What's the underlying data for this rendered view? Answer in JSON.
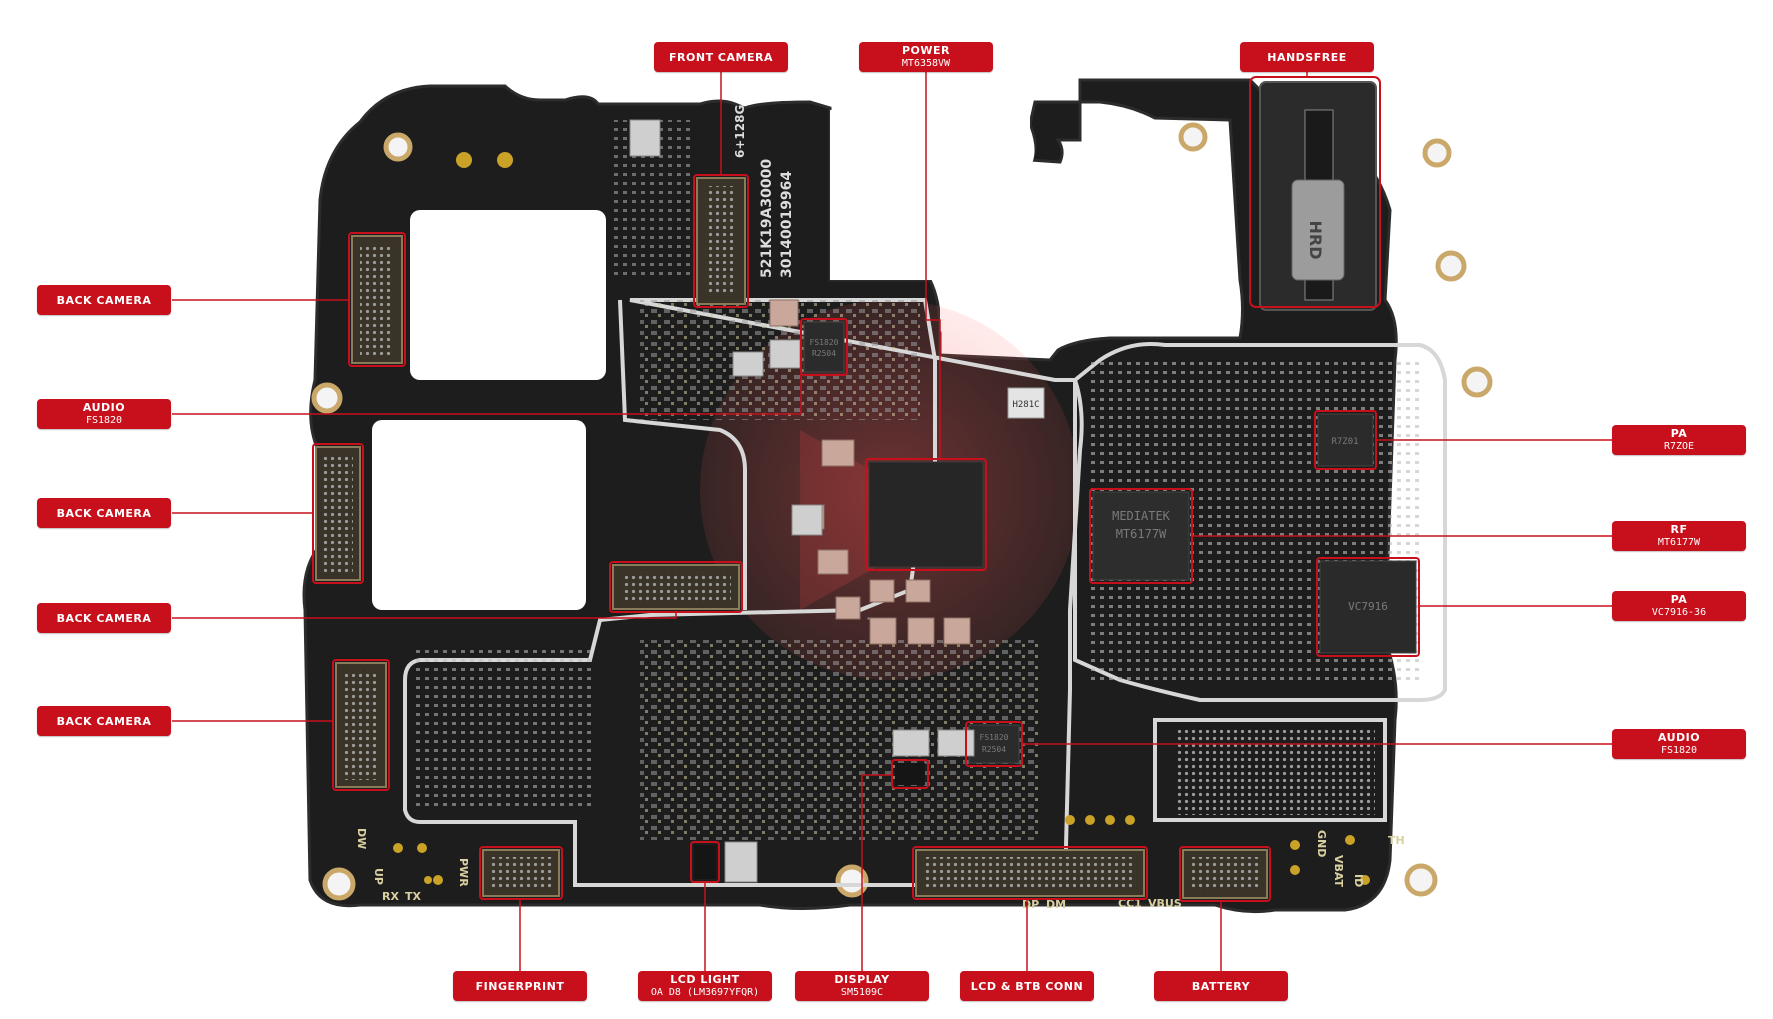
{
  "labels": {
    "front_camera": {
      "title": "FRONT CAMERA",
      "sub": ""
    },
    "power": {
      "title": "POWER",
      "sub": "MT6358VW"
    },
    "handsfree": {
      "title": "HANDSFREE",
      "sub": ""
    },
    "back_camera_1": {
      "title": "BACK CAMERA",
      "sub": ""
    },
    "audio_left": {
      "title": "AUDIO",
      "sub": "FS1820"
    },
    "back_camera_2": {
      "title": "BACK CAMERA",
      "sub": ""
    },
    "back_camera_3": {
      "title": "BACK CAMERA",
      "sub": ""
    },
    "back_camera_4": {
      "title": "BACK CAMERA",
      "sub": ""
    },
    "pa_1": {
      "title": "PA",
      "sub": "R7ZOE"
    },
    "rf": {
      "title": "RF",
      "sub": "MT6177W"
    },
    "pa_2": {
      "title": "PA",
      "sub": "VC7916-36"
    },
    "audio_right": {
      "title": "AUDIO",
      "sub": "FS1820"
    },
    "fingerprint": {
      "title": "FINGERPRINT",
      "sub": ""
    },
    "lcd_light": {
      "title": "LCD LIGHT",
      "sub": "OA D8 (LM3697YFQR)"
    },
    "display": {
      "title": "DISPLAY",
      "sub": "SM5109C"
    },
    "lcd_btb": {
      "title": "LCD & BTB CONN",
      "sub": ""
    },
    "battery": {
      "title": "BATTERY",
      "sub": ""
    }
  },
  "board_text": {
    "serial_1": "521K19A30000",
    "serial_2": "30140019964",
    "variant": "6+128G",
    "pad_pwr": "PWR",
    "pad_rx": "RX",
    "pad_tx": "TX",
    "pad_up": "UP",
    "pad_dw": "DW",
    "pad_dp": "DP",
    "pad_dm": "DM",
    "pad_cc1": "CC1",
    "pad_vbus": "VBUS",
    "pad_gnd": "GND",
    "pad_vbat": "VBAT",
    "pad_id": "ID",
    "pad_th": "TH",
    "chip_rf_1": "MEDIATEK",
    "chip_rf_2": "MT6177W",
    "chip_audio_1": "FS1820",
    "chip_audio_2": "R2504",
    "chip_audio_top_1": "FS1820",
    "chip_audio_top_2": "R2504",
    "chip_pa_1": "R7Z01",
    "chip_pa_2": "VC7916",
    "chip_small_1": "H281C",
    "jack_text": "HRD"
  },
  "colors": {
    "board": "#1c1c1c",
    "board_edge": "#2a2a2a",
    "shield": "#cfcfcf",
    "label_red": "#c8101c",
    "highlight": "#c8101c",
    "pad_gold": "#c9a227",
    "silk": "#e0d8a8"
  }
}
